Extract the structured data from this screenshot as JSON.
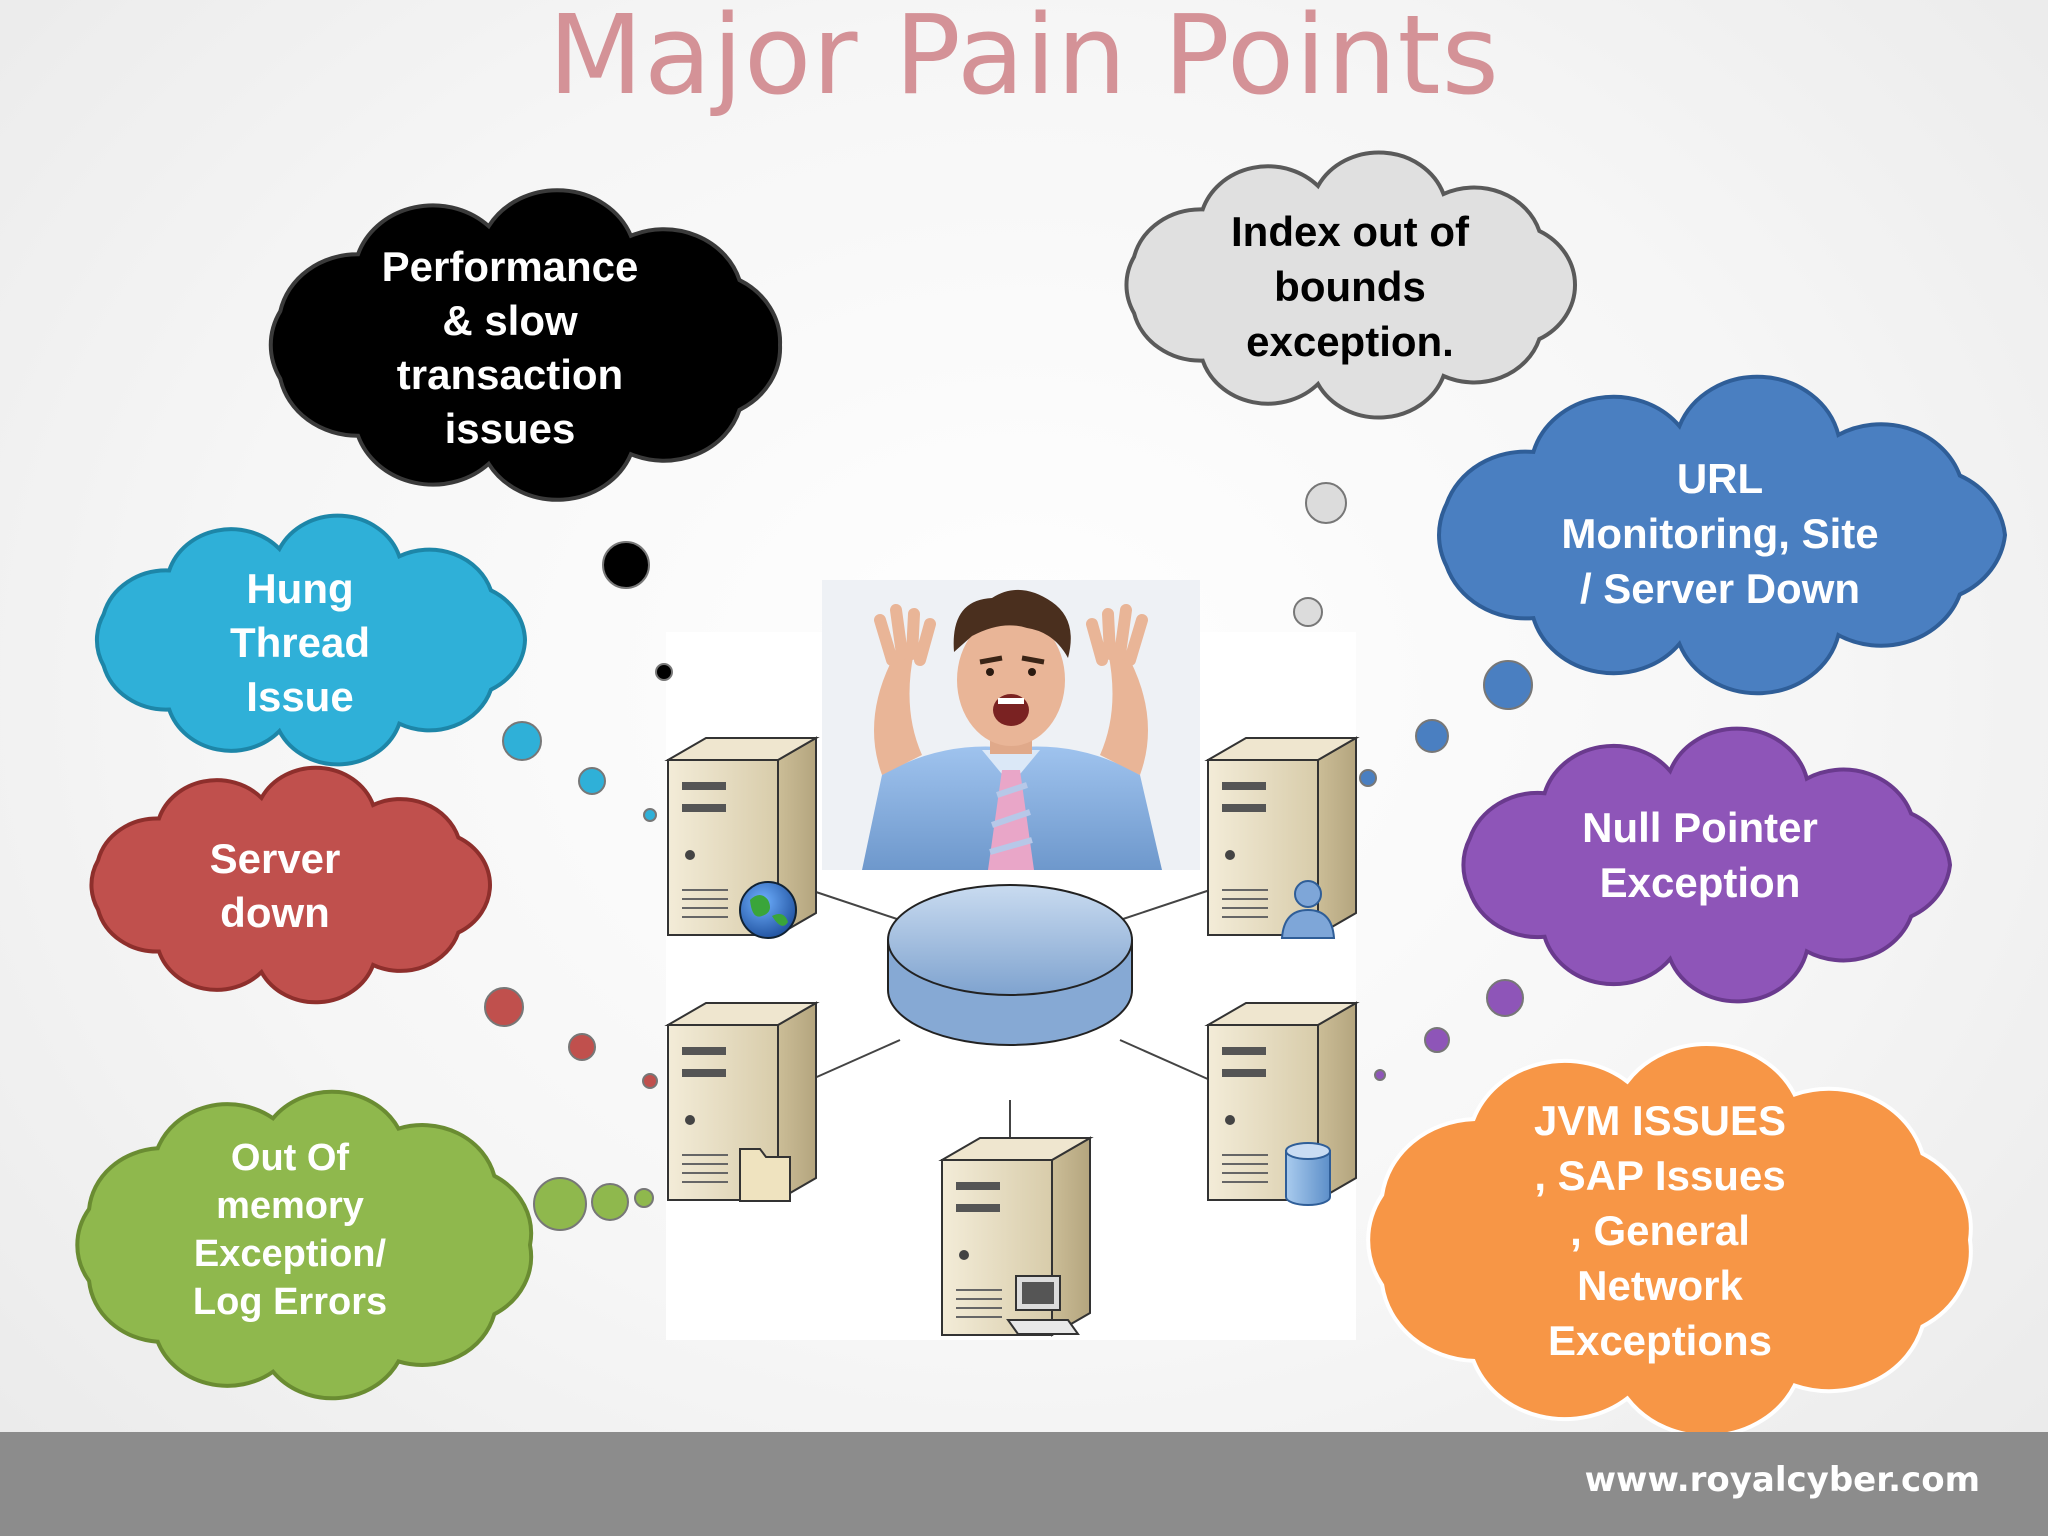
{
  "title": "Major Pain Points",
  "footer": {
    "url": "www.royalcyber.com"
  },
  "clouds": [
    {
      "id": "performance",
      "text": "Performance\n& slow\ntransaction\nissues",
      "fill": "#000000",
      "stroke": "#3a3a3a",
      "color": "#ffffff"
    },
    {
      "id": "index",
      "text": "Index out of\nbounds\nexception.",
      "fill": "#e0e0e0",
      "stroke": "#5a5a5a",
      "color": "#000000"
    },
    {
      "id": "hung",
      "text": "Hung\nThread\nIssue",
      "fill": "#2fb0d8",
      "stroke": "#1d86a8",
      "color": "#ffffff"
    },
    {
      "id": "url",
      "text": "URL\nMonitoring, Site\n/ Server Down",
      "fill": "#4a7fc1",
      "stroke": "#2f5e98",
      "color": "#ffffff"
    },
    {
      "id": "server",
      "text": "Server\ndown",
      "fill": "#c0504d",
      "stroke": "#8e2f2c",
      "color": "#ffffff"
    },
    {
      "id": "null",
      "text": "Null Pointer\nException",
      "fill": "#8e55b8",
      "stroke": "#6a3a8e",
      "color": "#ffffff"
    },
    {
      "id": "memory",
      "text": "Out Of\nmemory\nException/\nLog Errors",
      "fill": "#8fb84d",
      "stroke": "#6a8c32",
      "color": "#ffffff"
    },
    {
      "id": "jvm",
      "text": "JVM ISSUES\n, SAP Issues\n, General\nNetwork\nExceptions",
      "fill": "#f79646",
      "stroke": "#ffffff",
      "color": "#ffffff"
    }
  ],
  "colors": {
    "title": "#d49297",
    "footer": "#8c8c8c",
    "hub_fill": "#a9c4e4",
    "server_body": "#e6dcc2"
  },
  "icons": {
    "servers": [
      "globe-icon",
      "folder-icon",
      "computer-icon",
      "user-icon",
      "database-icon"
    ],
    "person": "frustrated-man-photo"
  }
}
